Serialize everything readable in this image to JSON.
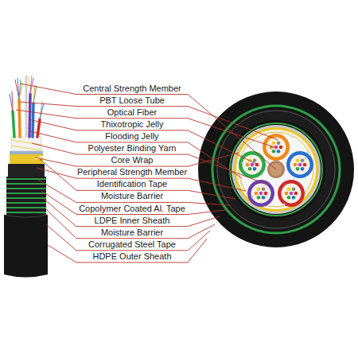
{
  "diagram": {
    "labels": [
      "Central Strength Member",
      "PBT Loose Tube",
      "Optical Fiber",
      "Thixotropic Jelly",
      "Flooding Jelly",
      "Polyester Binding Yarn",
      "Core Wrap",
      "Peripheral Strength Member",
      "Identification Tape",
      "Moisture Barrier",
      "Copolymer Coated Al. Tape",
      "LDPE Inner Sheath",
      "Moisture Barrier",
      "Corrugated Steel Tape",
      "HDPE Outer Sheath"
    ]
  }
}
